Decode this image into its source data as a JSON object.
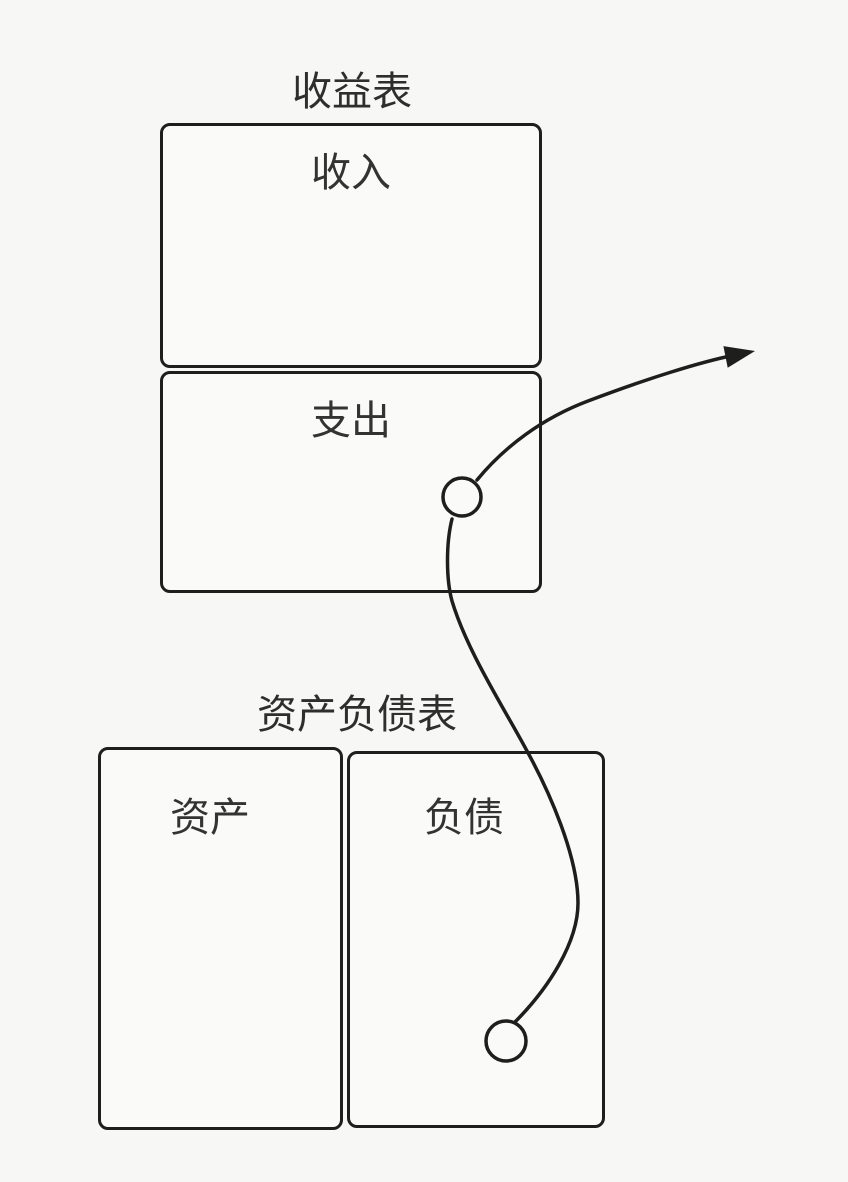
{
  "page": {
    "background_color": "#f7f7f5",
    "line_color": "#1e1e1e",
    "text_color": "#333333",
    "box_fill_color": "#fafaf9"
  },
  "income_statement": {
    "title": "收益表",
    "revenue_label": "收入",
    "expense_label": "支出"
  },
  "balance_sheet": {
    "title": "资产负债表",
    "assets_label": "资产",
    "liabilities_label": "负债"
  },
  "connector": {
    "node_icon": "circle-node",
    "arrow_icon": "arrowhead-up-right"
  }
}
